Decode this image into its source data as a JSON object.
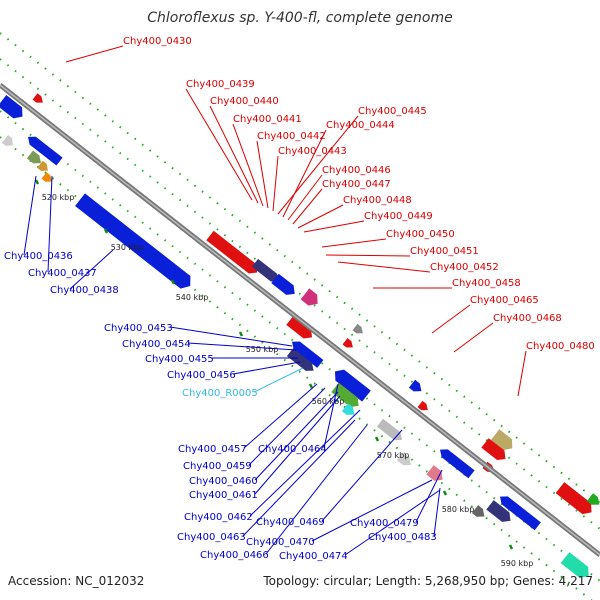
{
  "title": "Chloroflexus sp. Y-400-fl, complete genome",
  "accession": "Accession: NC_012032",
  "summary": "Topology: circular; Length: 5,268,950 bp; Genes: 4,217",
  "colors": {
    "forward_label": "#dd0000",
    "reverse_label": "#0000cc",
    "rna_label": "#33bbdd",
    "backbone": "#888888",
    "tick_mark": "#118811"
  },
  "ticks": [
    "520 kbp",
    "530 kbp",
    "540 kbp",
    "550 kbp",
    "560 kbp",
    "570 kbp",
    "580 kbp",
    "590 kbp"
  ],
  "labels_top": [
    "Chy400_0430",
    "Chy400_0439",
    "Chy400_0440",
    "Chy400_0441",
    "Chy400_0442",
    "Chy400_0443",
    "Chy400_0445",
    "Chy400_0444",
    "Chy400_0446",
    "Chy400_0447",
    "Chy400_0448",
    "Chy400_0449",
    "Chy400_0450",
    "Chy400_0451",
    "Chy400_0452",
    "Chy400_0458",
    "Chy400_0465",
    "Chy400_0468",
    "Chy400_0480"
  ],
  "labels_bottom": [
    "Chy400_0436",
    "Chy400_0437",
    "Chy400_0438",
    "Chy400_0453",
    "Chy400_0454",
    "Chy400_0455",
    "Chy400_0456",
    "Chy400_R0005",
    "Chy400_0457",
    "Chy400_0464",
    "Chy400_0459",
    "Chy400_0460",
    "Chy400_0461",
    "Chy400_0462",
    "Chy400_0469",
    "Chy400_0479",
    "Chy400_0463",
    "Chy400_0470",
    "Chy400_0483",
    "Chy400_0466",
    "Chy400_0474"
  ]
}
